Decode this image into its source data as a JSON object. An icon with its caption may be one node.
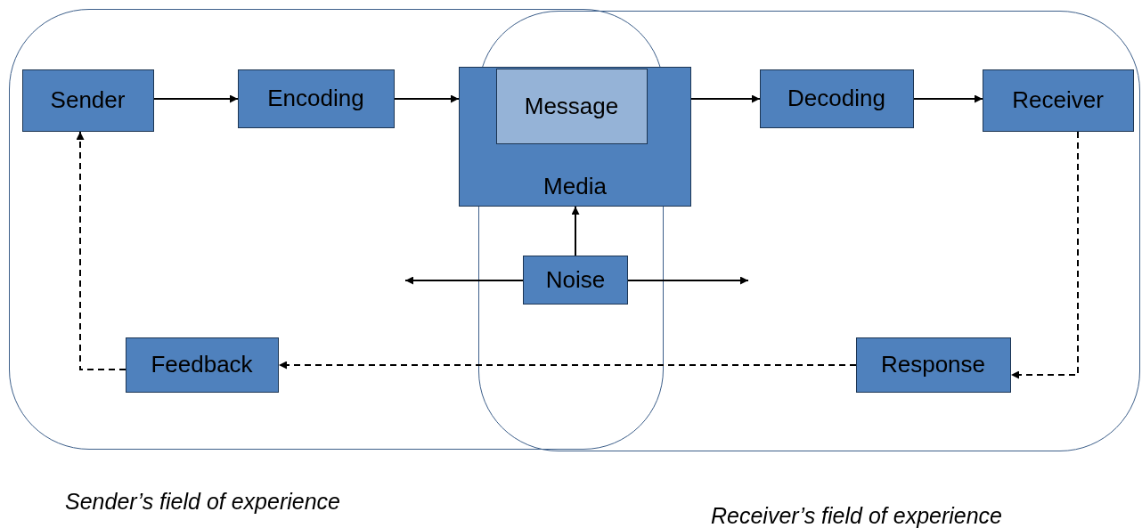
{
  "diagram": {
    "nodes": [
      {
        "text": [
          "Sender’s field of experience"
        ]
      },
      {
        "text": [
          "Receiver’s field of experience"
        ]
      },
      {
        "text": [
          "Sender"
        ],
        "in": 0
      },
      {
        "text": [
          "Encoding"
        ],
        "in": 0
      },
      {
        "text": [
          "Media"
        ]
      },
      {
        "text": [
          "Message"
        ],
        "in": 4
      },
      {
        "text": [
          "Decoding"
        ],
        "in": 1
      },
      {
        "text": [
          "Receiver"
        ],
        "in": 1
      },
      {
        "text": [
          "Noise"
        ]
      },
      {
        "text": [
          "Response"
        ],
        "in": 1
      },
      {
        "text": [
          "Feedback"
        ],
        "in": 0
      }
    ],
    "edges": [
      {
        "from": 2,
        "to": 3,
        "arrow": "to"
      },
      {
        "from": 3,
        "to": 4,
        "arrow": "to"
      },
      {
        "from": 4,
        "to": 6,
        "arrow": "to"
      },
      {
        "from": 6,
        "to": 7,
        "arrow": "to"
      },
      {
        "from": 8,
        "to": 4,
        "arrow": "to"
      },
      {
        "from": 8,
        "to": null,
        "arrow": "to"
      },
      {
        "from": 8,
        "to": null,
        "arrow": "to"
      },
      {
        "from": 7,
        "to": 9,
        "arrow": "to",
        "style": "dashed"
      },
      {
        "from": 9,
        "to": 10,
        "arrow": "to",
        "style": "dashed"
      },
      {
        "from": 10,
        "to": 2,
        "arrow": "to",
        "style": "dashed"
      }
    ]
  }
}
